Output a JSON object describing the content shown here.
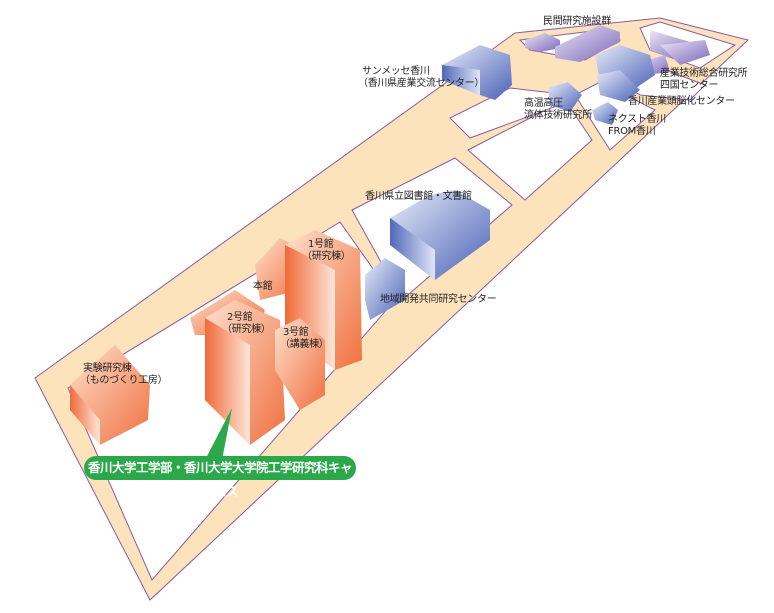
{
  "title": "香川大学工学部・香川大学大学院工学研究科キャンパス",
  "colors": {
    "road": "#fde3bc",
    "road_edge": "#8a5aa0",
    "campus": "#f07a4a",
    "neighbor": "#5a70c0",
    "private": "#8a78c0",
    "banner": "#2aa84a"
  },
  "labels": {
    "private_labs": "民間研究施設群",
    "sunmesse_1": "サンメッセ香川",
    "sunmesse_2": "（香川県産業交流センター）",
    "aist_1": "産業技術総合研究所",
    "aist_2": "四国センター",
    "brain_center": "香川産業頭脳化センター",
    "fluid_1": "高温高圧",
    "fluid_2": "流体技術研究所",
    "next_1": "ネクスト香川",
    "next_2": "FROM香川",
    "library": "香川県立図書館・文書館",
    "bldg1_1": "1号館",
    "bldg1_2": "（研究棟）",
    "main": "本館",
    "bldg2_1": "2号館",
    "bldg2_2": "（研究棟）",
    "bldg3_1": "3号館",
    "bldg3_2": "（講義棟）",
    "regional": "地域開発共同研究センター",
    "lab_1": "実験研究棟",
    "lab_2": "（ものづくり工房）"
  }
}
